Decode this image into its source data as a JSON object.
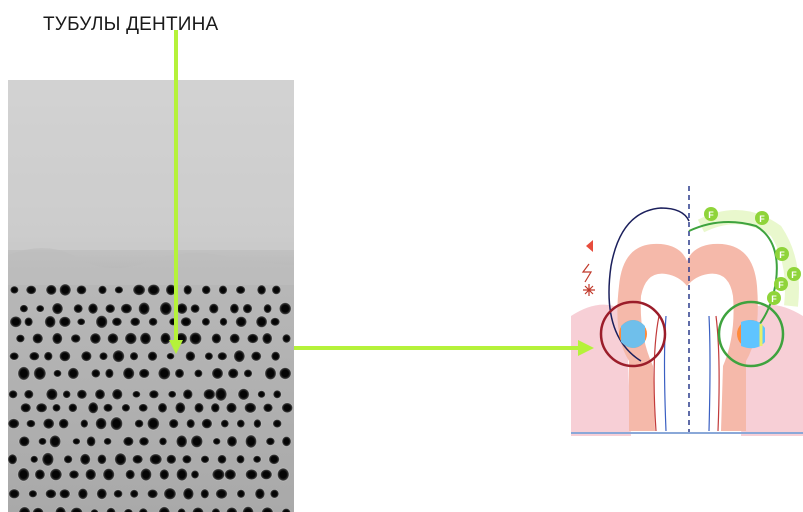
{
  "title": "ТУБУЛЫ ДЕНТИНА",
  "tooth_badges": [
    "F",
    "F",
    "F",
    "F",
    "F",
    "F"
  ],
  "colors": {
    "arrow": "#b5f23a",
    "nerve_line": "#1b1f5c",
    "tooth_pink": "#f5b9aa",
    "gum": "#f7cfd6",
    "circle_left": "#9b1d2a",
    "circle_right": "#3ea33e",
    "fluoride": "#8fd43a"
  }
}
